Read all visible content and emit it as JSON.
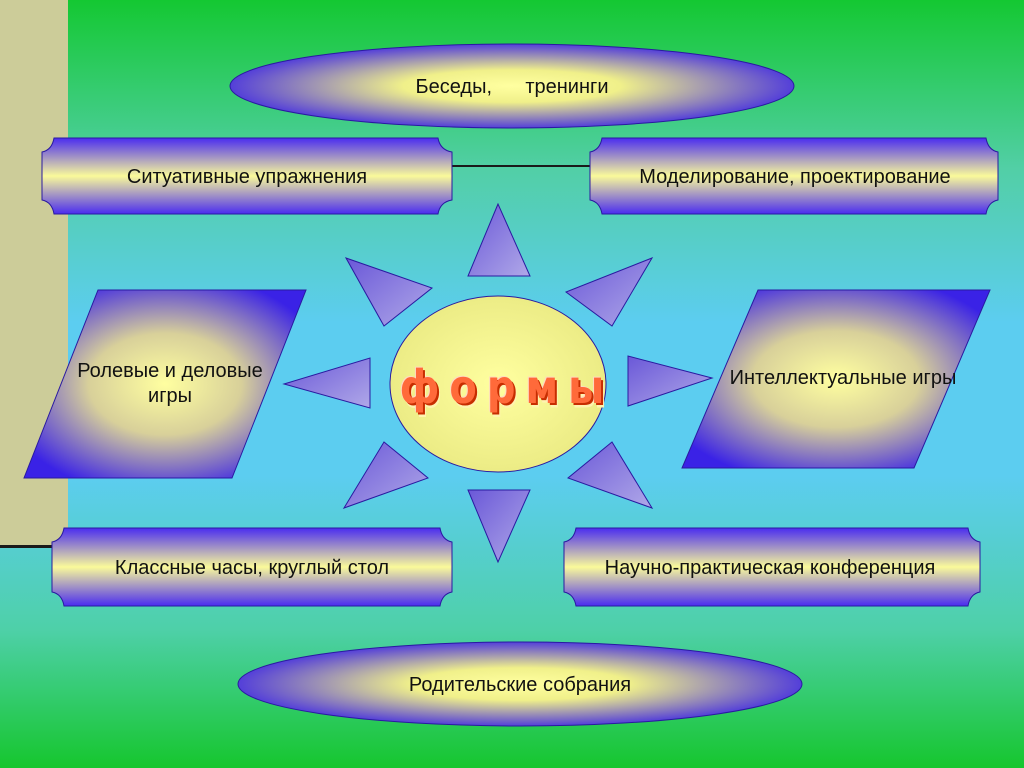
{
  "center": {
    "letters": [
      "ф",
      "о",
      "р",
      "м",
      "ы"
    ]
  },
  "nodes": {
    "top": "Беседы,      тренинги",
    "upper_left": "Ситуативные упражнения",
    "upper_right": "Моделирование, проектирование",
    "mid_left": "Ролевые и деловые игры",
    "mid_right": "Интеллектуальные игры",
    "lower_left": "Классные часы, круглый стол",
    "lower_right": "Научно-практическая конференция",
    "bottom": "Родительские собрания"
  },
  "colors": {
    "shape_outer": "#3a22e6",
    "shape_inner": "#ffff8a",
    "shape_stroke": "#2a1aa0",
    "ray_fill": "#8a7ad8",
    "center_fill": "#f2f28a",
    "title_color": "#ff6a3a"
  }
}
